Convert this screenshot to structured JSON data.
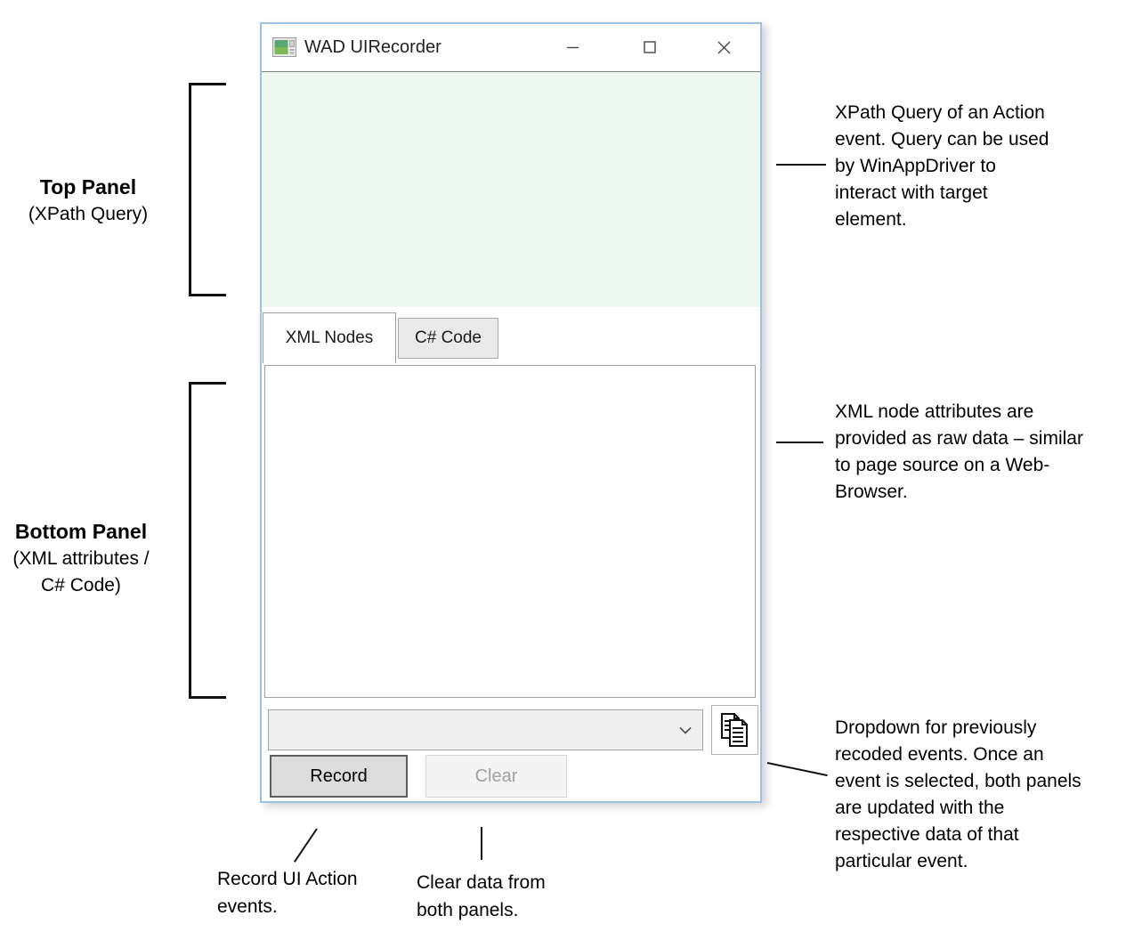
{
  "colors": {
    "window_border": "#9cc2e0",
    "xpath_panel_bg": "#eefaf1",
    "tab_unselected_bg": "#e9e9e9",
    "record_button_bg": "#dcdcdc",
    "disabled_text": "#a0a0a0",
    "annotation_line": "#111111"
  },
  "window": {
    "title": "WAD UIRecorder",
    "caption_buttons": [
      "minimize",
      "maximize",
      "close"
    ]
  },
  "xpath_panel": {
    "value": ""
  },
  "tabs": [
    {
      "label": "XML Nodes",
      "selected": true
    },
    {
      "label": "C# Code",
      "selected": false
    }
  ],
  "xml_panel": {
    "value": ""
  },
  "dropdown": {
    "value": "",
    "state": "collapsed"
  },
  "buttons": {
    "record": "Record",
    "clear": "Clear"
  },
  "annotations": {
    "top_panel": {
      "title": "Top Panel",
      "subtitle": "(XPath Query)"
    },
    "bottom_panel": {
      "title": "Bottom Panel",
      "subtitle_lines": [
        "(XML attributes /",
        "C# Code)"
      ]
    },
    "xpath_note": {
      "lines": [
        "XPath Query of an Action",
        "event. Query can be used",
        "by WinAppDriver to",
        "interact with target",
        "element."
      ]
    },
    "xml_note": {
      "lines": [
        "XML node attributes are",
        "provided as raw data – similar",
        "to page source on a Web-",
        "Browser."
      ]
    },
    "dropdown_note": {
      "lines": [
        "Dropdown for previously",
        "recoded events. Once an",
        "event is selected, both panels",
        "are updated with the",
        "respective data of that",
        "particular event."
      ]
    },
    "record_note": {
      "lines": [
        "Record UI Action",
        "events."
      ]
    },
    "clear_note": {
      "lines": [
        "Clear data from",
        "both panels."
      ]
    }
  }
}
